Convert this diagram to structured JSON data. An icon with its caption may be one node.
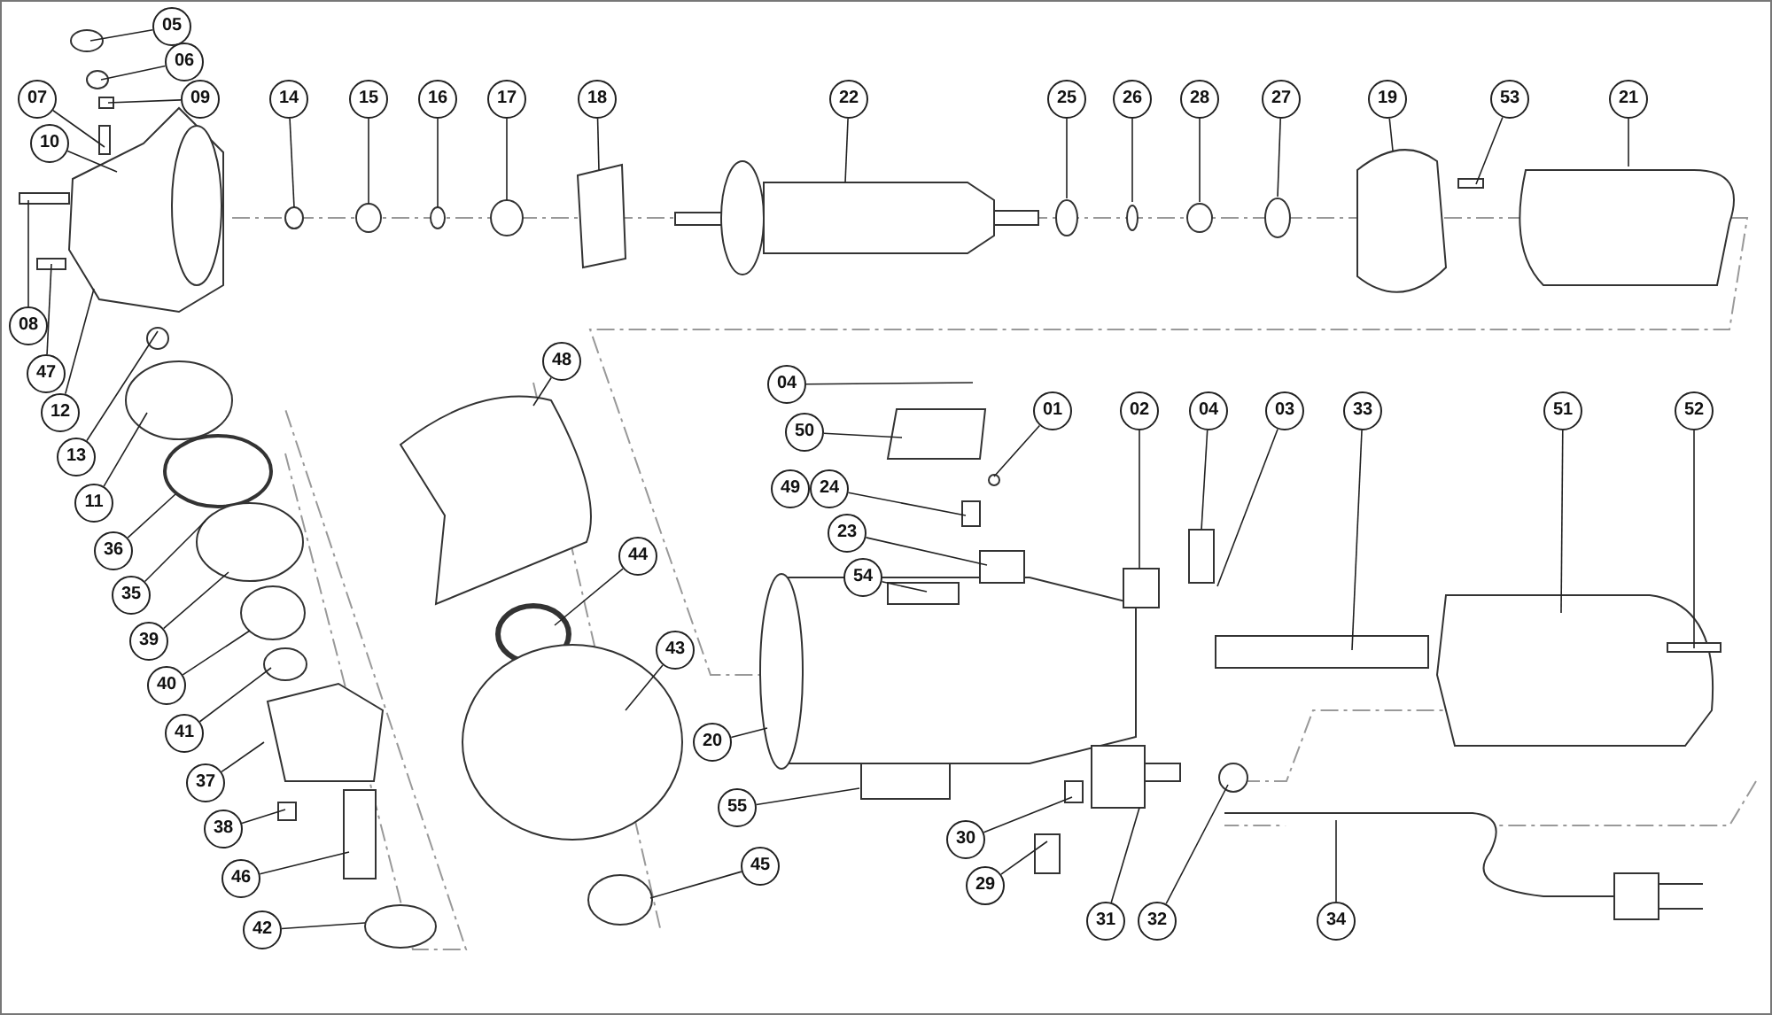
{
  "diagram": {
    "nodes": [
      {
        "text": [
          "05"
        ]
      },
      {
        "text": [
          "06"
        ]
      },
      {
        "text": [
          "07"
        ]
      },
      {
        "text": [
          "09"
        ]
      },
      {
        "text": [
          "10"
        ]
      },
      {
        "text": [
          "14"
        ]
      },
      {
        "text": [
          "15"
        ]
      },
      {
        "text": [
          "16"
        ]
      },
      {
        "text": [
          "17"
        ]
      },
      {
        "text": [
          "18"
        ]
      },
      {
        "text": [
          "22"
        ]
      },
      {
        "text": [
          "25"
        ]
      },
      {
        "text": [
          "26"
        ]
      },
      {
        "text": [
          "28"
        ]
      },
      {
        "text": [
          "27"
        ]
      },
      {
        "text": [
          "19"
        ]
      },
      {
        "text": [
          "53"
        ]
      },
      {
        "text": [
          "21"
        ]
      },
      {
        "text": [
          "08"
        ]
      },
      {
        "text": [
          "47"
        ]
      },
      {
        "text": [
          "12"
        ]
      },
      {
        "text": [
          "13"
        ]
      },
      {
        "text": [
          "11"
        ]
      },
      {
        "text": [
          "36"
        ]
      },
      {
        "text": [
          "35"
        ]
      },
      {
        "text": [
          "39"
        ]
      },
      {
        "text": [
          "40"
        ]
      },
      {
        "text": [
          "41"
        ]
      },
      {
        "text": [
          "37"
        ]
      },
      {
        "text": [
          "38"
        ]
      },
      {
        "text": [
          "46"
        ]
      },
      {
        "text": [
          "42"
        ]
      },
      {
        "text": [
          "48"
        ]
      },
      {
        "text": [
          "44"
        ]
      },
      {
        "text": [
          "43"
        ]
      },
      {
        "text": [
          "45"
        ]
      },
      {
        "text": [
          "20"
        ]
      },
      {
        "text": [
          "55"
        ]
      },
      {
        "text": [
          "04"
        ]
      },
      {
        "text": [
          "50"
        ]
      },
      {
        "text": [
          "01"
        ]
      },
      {
        "text": [
          "49"
        ]
      },
      {
        "text": [
          "24"
        ]
      },
      {
        "text": [
          "23"
        ]
      },
      {
        "text": [
          "54"
        ]
      },
      {
        "text": [
          "02"
        ]
      },
      {
        "text": [
          "04"
        ]
      },
      {
        "text": [
          "03"
        ]
      },
      {
        "text": [
          "33"
        ]
      },
      {
        "text": [
          "51"
        ]
      },
      {
        "text": [
          "52"
        ]
      },
      {
        "text": [
          "30"
        ]
      },
      {
        "text": [
          "29"
        ]
      },
      {
        "text": [
          "31"
        ]
      },
      {
        "text": [
          "32"
        ]
      },
      {
        "text": [
          "34"
        ]
      }
    ],
    "edges": [
      {
        "from": 0,
        "to": null,
        "arrow": "none"
      },
      {
        "from": 1,
        "to": null,
        "arrow": "none"
      },
      {
        "from": 2,
        "to": null,
        "arrow": "none"
      },
      {
        "from": 3,
        "to": null,
        "arrow": "none"
      },
      {
        "from": 4,
        "to": null,
        "arrow": "none"
      },
      {
        "from": 5,
        "to": null,
        "arrow": "none"
      },
      {
        "from": 6,
        "to": null,
        "arrow": "none"
      },
      {
        "from": 7,
        "to": null,
        "arrow": "none"
      },
      {
        "from": 8,
        "to": null,
        "arrow": "none"
      },
      {
        "from": 9,
        "to": null,
        "arrow": "none"
      },
      {
        "from": 10,
        "to": null,
        "arrow": "none"
      },
      {
        "from": 11,
        "to": null,
        "arrow": "none"
      },
      {
        "from": 12,
        "to": null,
        "arrow": "none"
      },
      {
        "from": 13,
        "to": null,
        "arrow": "none"
      },
      {
        "from": 14,
        "to": null,
        "arrow": "none"
      },
      {
        "from": 15,
        "to": null,
        "arrow": "none"
      },
      {
        "from": 16,
        "to": null,
        "arrow": "none"
      },
      {
        "from": 17,
        "to": null,
        "arrow": "none"
      },
      {
        "from": 18,
        "to": null,
        "arrow": "none"
      },
      {
        "from": 19,
        "to": null,
        "arrow": "none"
      },
      {
        "from": 20,
        "to": null,
        "arrow": "none"
      },
      {
        "from": 21,
        "to": null,
        "arrow": "none"
      },
      {
        "from": 22,
        "to": null,
        "arrow": "none"
      },
      {
        "from": 23,
        "to": null,
        "arrow": "none"
      },
      {
        "from": 24,
        "to": null,
        "arrow": "none"
      },
      {
        "from": 25,
        "to": null,
        "arrow": "none"
      },
      {
        "from": 26,
        "to": null,
        "arrow": "none"
      },
      {
        "from": 27,
        "to": null,
        "arrow": "none"
      },
      {
        "from": 28,
        "to": null,
        "arrow": "none"
      },
      {
        "from": 29,
        "to": null,
        "arrow": "none"
      },
      {
        "from": 30,
        "to": null,
        "arrow": "none"
      },
      {
        "from": 31,
        "to": null,
        "arrow": "none"
      },
      {
        "from": 32,
        "to": null,
        "arrow": "none"
      },
      {
        "from": 33,
        "to": null,
        "arrow": "none"
      },
      {
        "from": 34,
        "to": null,
        "arrow": "none"
      },
      {
        "from": 35,
        "to": null,
        "arrow": "none"
      },
      {
        "from": 36,
        "to": null,
        "arrow": "none"
      },
      {
        "from": 37,
        "to": null,
        "arrow": "none"
      },
      {
        "from": 38,
        "to": null,
        "arrow": "none"
      },
      {
        "from": 39,
        "to": null,
        "arrow": "none"
      },
      {
        "from": 40,
        "to": null,
        "arrow": "none"
      },
      {
        "from": 42,
        "to": null,
        "arrow": "none"
      },
      {
        "from": 43,
        "to": null,
        "arrow": "none"
      },
      {
        "from": 44,
        "to": null,
        "arrow": "none"
      },
      {
        "from": 45,
        "to": null,
        "arrow": "none"
      },
      {
        "from": 46,
        "to": null,
        "arrow": "none"
      },
      {
        "from": 47,
        "to": null,
        "arrow": "none"
      },
      {
        "from": 48,
        "to": null,
        "arrow": "none"
      },
      {
        "from": 49,
        "to": null,
        "arrow": "none"
      },
      {
        "from": 50,
        "to": null,
        "arrow": "none"
      },
      {
        "from": 51,
        "to": null,
        "arrow": "none"
      },
      {
        "from": 52,
        "to": null,
        "arrow": "none"
      },
      {
        "from": 53,
        "to": null,
        "arrow": "none"
      },
      {
        "from": 54,
        "to": null,
        "arrow": "none"
      },
      {
        "from": 55,
        "to": null,
        "arrow": "none"
      }
    ]
  }
}
